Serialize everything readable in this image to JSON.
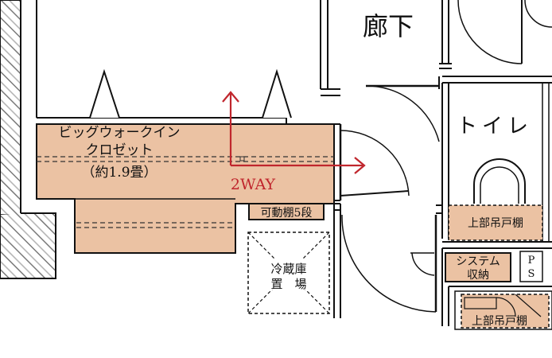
{
  "labels": {
    "corridor": "廊下",
    "toilet": "トイレ",
    "wic_line1": "ビッグウォークイン",
    "wic_line2": "クロゼット",
    "wic_line3": "（約1.9畳）",
    "movable_shelf": "可動棚5段",
    "fridge_line1": "冷蔵庫",
    "fridge_line2": "置　場",
    "upper_cabinet_1": "上部吊戸棚",
    "upper_cabinet_2": "上部吊戸棚",
    "system_storage_line1": "システム",
    "system_storage_line2": "収納",
    "ps_line1": "P",
    "ps_line2": "S",
    "two_way": "2WAY"
  },
  "colors": {
    "closet_fill": "#ebc2a3",
    "arrow": "#c0262d",
    "line": "#111111",
    "hatch": "#888888"
  }
}
